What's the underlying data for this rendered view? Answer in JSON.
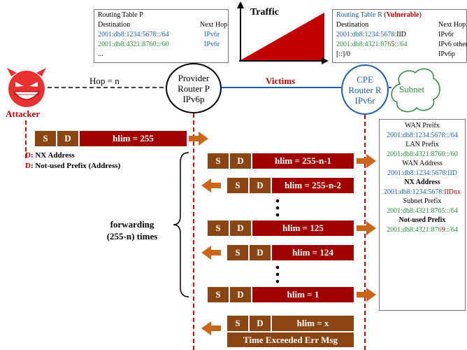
{
  "routing_table_p": {
    "title": "Routing Table P",
    "col_dest": "Destination",
    "col_next": "Next Hop",
    "rows": [
      {
        "dest": "2001:db8:1234:5678::/64",
        "next": "IPv6r"
      },
      {
        "dest": "2001:db8:4321:8760::/60",
        "next": "IPv6r"
      },
      {
        "dest": "...",
        "next": ""
      }
    ]
  },
  "traffic": {
    "label": "Traffic"
  },
  "routing_table_r": {
    "title": "Routing Table R",
    "title_open": "(",
    "title_vuln": "Vulnerable",
    "title_close": ")",
    "col_dest": "Destination",
    "col_next": "Next Hop",
    "rows": [
      {
        "dest_a": "2001:db8:1234:5678:",
        "dest_b": "IID",
        "next": "IPv6r"
      },
      {
        "dest_a": "2001:db8:4321:876",
        "dest_b": "5",
        "dest_c": "::/64",
        "next": "IPv6 other"
      },
      {
        "dest": "[::]/0",
        "next": "IPv6p"
      }
    ]
  },
  "attacker": {
    "label": "Attacker"
  },
  "hop_label": "Hop = n",
  "router_p": {
    "line1": "Provider",
    "line2": "Router P",
    "line3": "IPv6p"
  },
  "victims_label": "Victims",
  "router_r": {
    "line1": "CPE",
    "line2": "Router R",
    "line3": "IPv6r"
  },
  "subnet_label": "Subnet",
  "initial_packet": {
    "s": "S",
    "d": "D",
    "hlim": "hlim = 255"
  },
  "notes": {
    "d1_prefix": "D",
    "d1_text": ": NX Address",
    "d2_prefix": "D",
    "d2_text": ": Not-used Prefix (Address)"
  },
  "forwarding": {
    "line1": "forwarding",
    "line2": "(255-n) times"
  },
  "packets": [
    {
      "s": "S",
      "d": "D",
      "hlim": "hlim = 255-n-1"
    },
    {
      "s": "S",
      "d": "D",
      "hlim": "hlim = 255-n-2"
    },
    {
      "s": "S",
      "d": "D",
      "hlim": "hlim = 125"
    },
    {
      "s": "S",
      "d": "D",
      "hlim": "hlim = 124"
    },
    {
      "s": "S",
      "d": "D",
      "hlim": "hlim = 1"
    }
  ],
  "error_packet": {
    "s": "S",
    "d": "D",
    "hlim": "hlim = x",
    "msg": "Time Exceeded Err Msg"
  },
  "prefix_panel": {
    "wan_prefix_label": "WAN Preifx",
    "wan_prefix_value": "2001:db8:1234:5678::/64",
    "lan_prefix_label": "LAN Prefix",
    "lan_prefix_value": "2001:db8:4321:8760::/60",
    "wan_addr_label": "WAN Address",
    "wan_addr_value": "2001:db8:1234:5678:IID",
    "nx_label": "NX Address",
    "nx_value_a": "2001:db8:1234:5678:",
    "nx_value_b": "IIDnx",
    "subnet_label": "Subnet Prefix",
    "subnet_value": "2001:db8:4321:8765::/64",
    "notused_label": "Not-used Prefix",
    "notused_value_a": "2001:db8:4321:876",
    "notused_value_b": "9",
    "notused_value_c": "::/64"
  },
  "colors": {
    "dark_red": "#a00000",
    "brown": "#8b4513",
    "arrow": "#c8661a",
    "blue": "#1f5fa8",
    "green": "#2a8a3a",
    "red": "#c00000"
  }
}
